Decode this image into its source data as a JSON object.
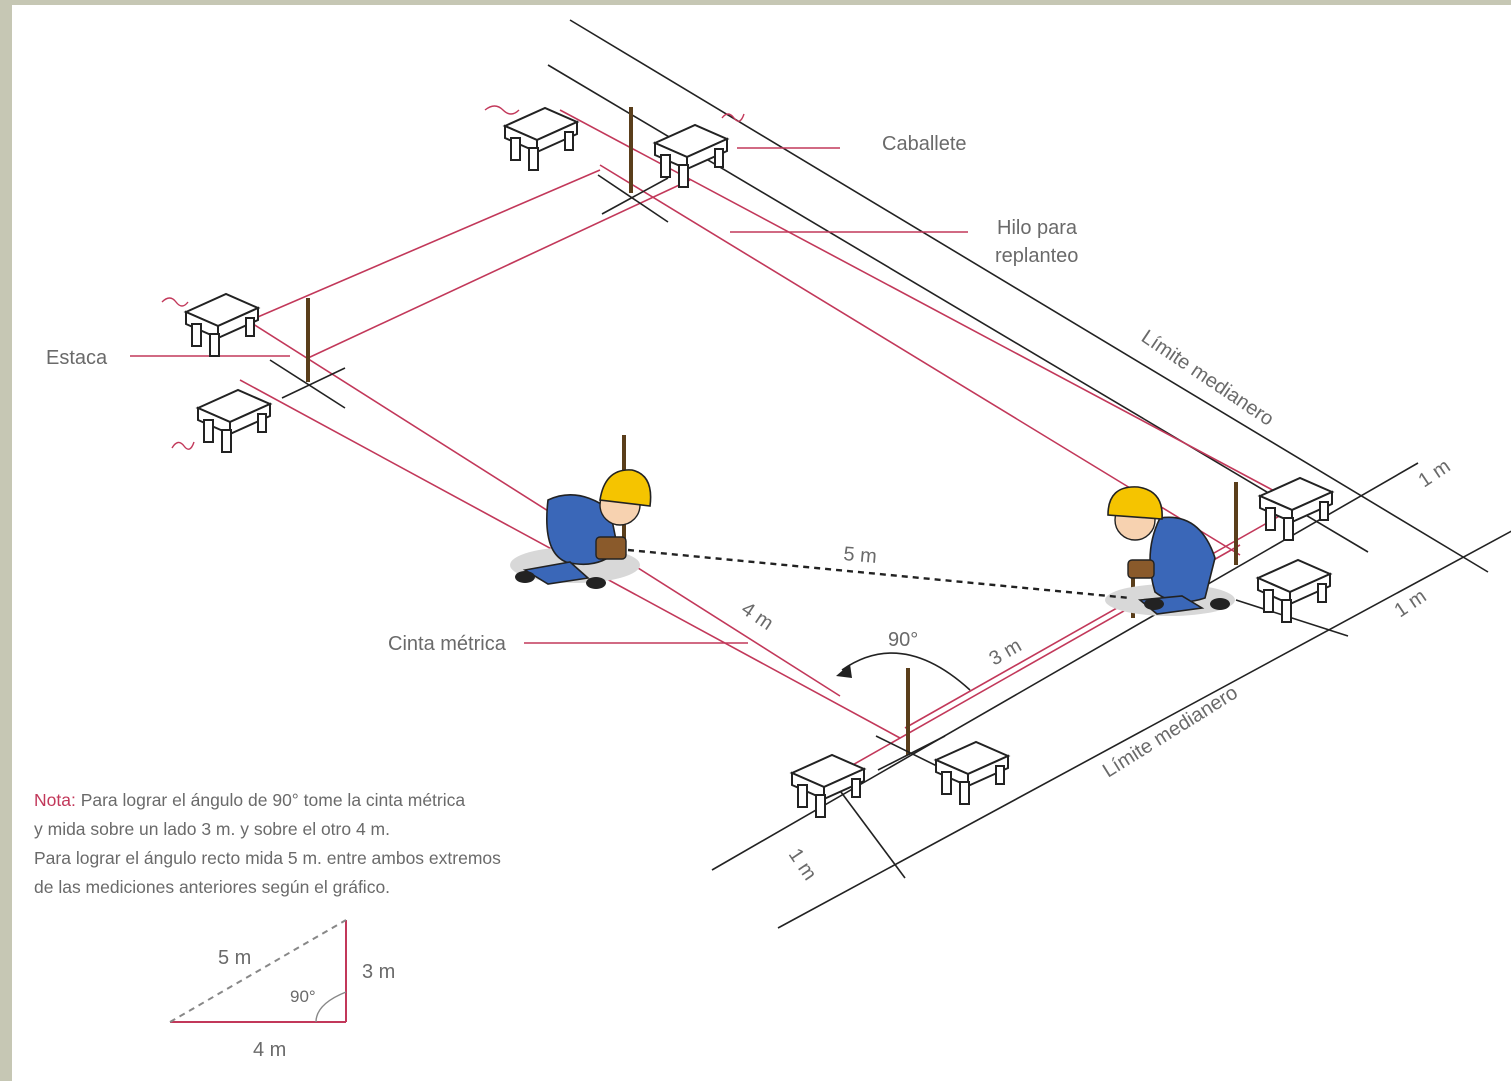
{
  "labels": {
    "caballete": "Caballete",
    "hilo_line1": "Hilo para",
    "hilo_line2": "replanteo",
    "estaca": "Estaca",
    "limite_top": "Límite medianero",
    "limite_bottom": "Límite medianero",
    "cinta": "Cinta métrica",
    "dim_5m": "5 m",
    "dim_4m": "4 m",
    "dim_3m": "3 m",
    "angle_90": "90°",
    "offset_1m_a": "1 m",
    "offset_1m_b": "1 m",
    "offset_1m_c": "1 m"
  },
  "note": {
    "keyword": "Nota:",
    "line1": " Para lograr el ángulo de 90° tome la cinta métrica",
    "line2": "y mida sobre un lado 3 m. y sobre el otro 4 m.",
    "line3": "Para lograr el ángulo recto mida 5 m. entre ambos extremos",
    "line4": "de las mediciones anteriores según el gráfico."
  },
  "triangle": {
    "hyp": "5 m",
    "vert": "3 m",
    "base": "4 m",
    "angle": "90°"
  },
  "colors": {
    "background": "#c6c7b4",
    "string": "#c2385a",
    "ink": "#222222",
    "helmet": "#f5c400",
    "overalls": "#3a67b8"
  }
}
